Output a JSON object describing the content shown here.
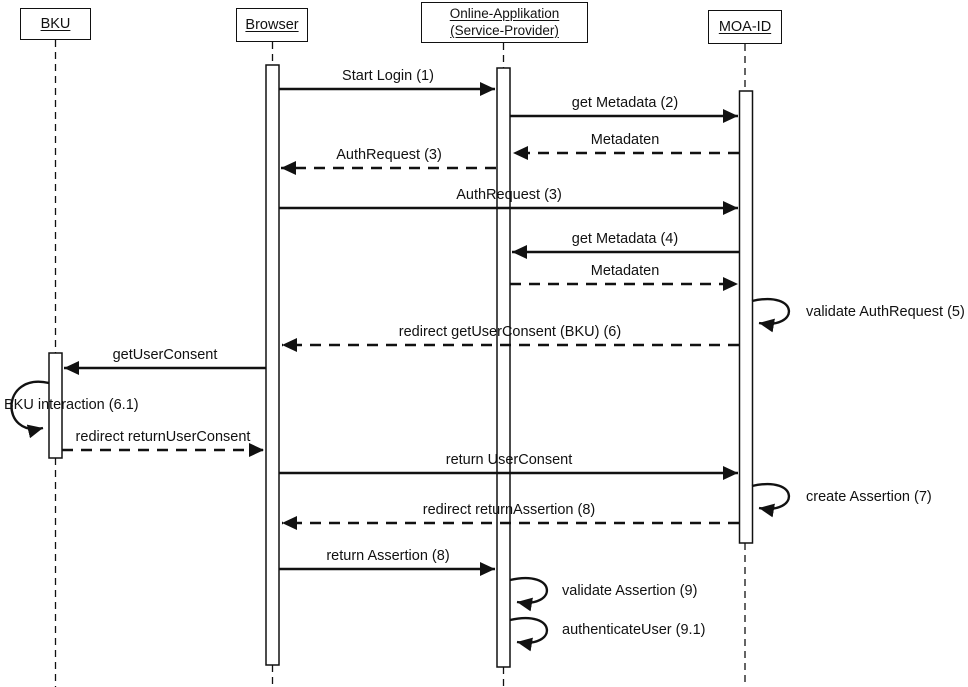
{
  "actors": [
    {
      "name": "BKU"
    },
    {
      "name": "Browser"
    },
    {
      "name": "Online-Applikation (Service-Provider)"
    },
    {
      "name": "MOA-ID"
    }
  ],
  "messages": [
    {
      "label": "Start Login (1)",
      "type": "sync",
      "from": "Browser",
      "to": "Online-Applikation (Service-Provider)"
    },
    {
      "label": "get Metadata (2)",
      "type": "sync",
      "from": "Online-Applikation (Service-Provider)",
      "to": "MOA-ID"
    },
    {
      "label": "Metadaten",
      "type": "reply",
      "from": "MOA-ID",
      "to": "Online-Applikation (Service-Provider)"
    },
    {
      "label": "AuthRequest (3)",
      "type": "reply",
      "from": "Online-Applikation (Service-Provider)",
      "to": "Browser"
    },
    {
      "label": "AuthRequest (3)",
      "type": "sync",
      "from": "Browser",
      "to": "MOA-ID"
    },
    {
      "label": "get Metadata (4)",
      "type": "sync",
      "from": "MOA-ID",
      "to": "Online-Applikation (Service-Provider)"
    },
    {
      "label": "Metadaten",
      "type": "reply",
      "from": "Online-Applikation (Service-Provider)",
      "to": "MOA-ID"
    },
    {
      "label": "validate AuthRequest (5)",
      "type": "self",
      "from": "MOA-ID",
      "to": "MOA-ID"
    },
    {
      "label": "redirect getUserConsent (BKU) (6)",
      "type": "reply",
      "from": "MOA-ID",
      "to": "Browser"
    },
    {
      "label": "getUserConsent",
      "type": "sync",
      "from": "Browser",
      "to": "BKU"
    },
    {
      "label": "BKU interaction (6.1)",
      "type": "self",
      "from": "BKU",
      "to": "BKU"
    },
    {
      "label": "redirect returnUserConsent",
      "type": "reply",
      "from": "BKU",
      "to": "Browser"
    },
    {
      "label": "return UserConsent",
      "type": "sync",
      "from": "Browser",
      "to": "MOA-ID"
    },
    {
      "label": "create Assertion (7)",
      "type": "self",
      "from": "MOA-ID",
      "to": "MOA-ID"
    },
    {
      "label": "redirect returnAssertion (8)",
      "type": "reply",
      "from": "MOA-ID",
      "to": "Browser"
    },
    {
      "label": "return Assertion (8)",
      "type": "sync",
      "from": "Browser",
      "to": "Online-Applikation (Service-Provider)"
    },
    {
      "label": "validate Assertion (9)",
      "type": "self",
      "from": "Online-Applikation (Service-Provider)",
      "to": "Online-Applikation (Service-Provider)"
    },
    {
      "label": "authenticateUser (9.1)",
      "type": "self",
      "from": "Online-Applikation (Service-Provider)",
      "to": "Online-Applikation (Service-Provider)"
    }
  ]
}
